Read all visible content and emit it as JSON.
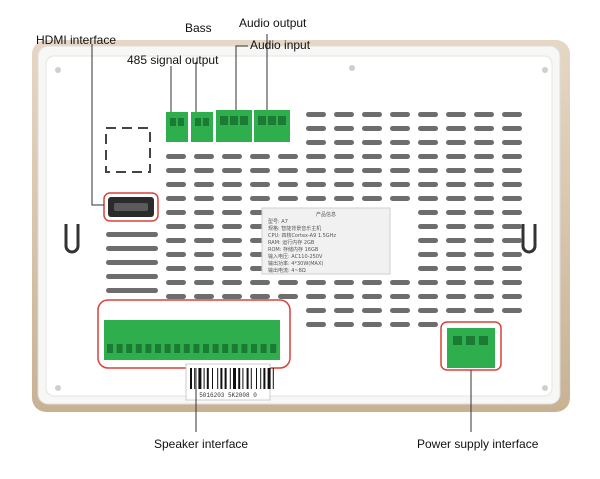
{
  "labels": {
    "hdmi": "HDMI interface",
    "bass": "Bass",
    "audio_output": "Audio output",
    "audio_input": "Audio input",
    "signal_485": "485 signal output",
    "speaker": "Speaker interface",
    "power": "Power supply interface"
  },
  "barcode_text": "5016203 5K2008 0",
  "label_plate_lines": [
    "产品信息",
    "型号: A7",
    "规格: 智能背景音乐主机",
    "CPU: 四核Cortex-A9 1.5GHz",
    "RAM: 运行内存 2GB",
    "ROM: 存储内存 16GB",
    "输入电压: AC110-250V",
    "输出功率: 4*30W(MAX)",
    "输出电流: 4~8Ω"
  ],
  "colors": {
    "panel": "#ffffff",
    "frame": "#d8c6ae",
    "terminal_green": "#2fae4e",
    "highlight_red": "#d9423a",
    "vent": "#6d6d6d"
  }
}
